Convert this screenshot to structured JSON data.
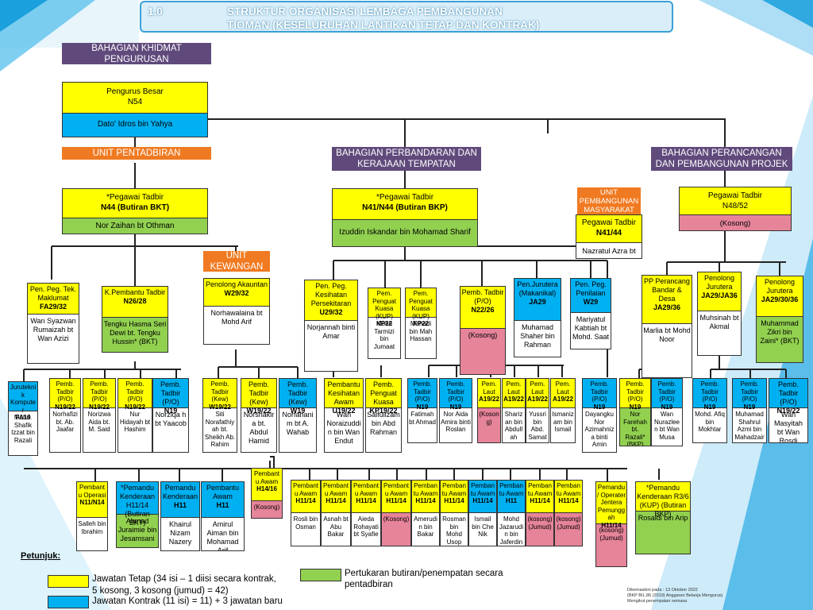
{
  "title": {
    "number": "1.0",
    "line1": "STRUKTUR ORGANISASI LEMBAGA PEMBANGUNAN",
    "line2": "TIOMAN  (KESELURUHAN LANTIKAN TETAP DAN KONTRAK)"
  },
  "headers": {
    "khidmat": "BAHAGIAN KHIDMAT PENGURUSAN",
    "pentadbiran": "UNIT PENTADBIRAN",
    "perbandaran": "BAHAGIAN PERBANDARAN DAN  KERAJAAN TEMPATAN",
    "perancangan": "BAHAGIAN PERANCANGAN DAN PEMBANGUNAN PROJEK",
    "kewangan": "UNIT KEWANGAN",
    "masyarakat": "UNIT PEMBANGUNAN MASYARAKAT"
  },
  "colors": {
    "yellow": "#ffff00",
    "blue": "#00b0f0",
    "green": "#92d050",
    "pink": "#e6849a",
    "purple": "#604a7b",
    "orange": "#f07a22"
  },
  "top": {
    "gm_title": "Pengurus Besar",
    "gm_grade": "N54",
    "gm_name": "Dato' Idros bin Yahya",
    "pt1_title": "*Pegawai Tadbir",
    "pt1_grade": "N44 (Butiran BKT)",
    "pt1_name": "Nor Zaihan bt Othman",
    "pt2_title": "*Pegawai Tadbir",
    "pt2_grade": "N41/N44 (Butiran BKP)",
    "pt2_name": "Izuddin Iskandar bin Mohamad Sharif",
    "pt3_title": "Pegawai Tadbir",
    "pt3_grade": "N41/44",
    "pt3_name": "Nazratul Azra bt",
    "pt4_title": "Pegawai Tadbir",
    "pt4_grade": "N48/52",
    "pt4_name": "(Kosong)"
  },
  "row3": [
    {
      "title": "Pen. Peg. Tek. Maklumat",
      "grade": "FA29/32",
      "name": "Wan Syazwan Rumaizah bt Wan Azizi"
    },
    {
      "title": "K.Pembantu Tadbir",
      "grade": "N26/28",
      "name": "Tengku Hasma Seri Dewi bt. Tengku Hussin* (BKT)"
    },
    {
      "title": "Penolong Akauntan",
      "grade": "W29/32",
      "name": "Norhawalaina bt Mohd Arif"
    },
    {
      "title": "Pen. Peg. Kesihatan Persekitaran",
      "grade": "U29/32",
      "name": "Norjannah binti Amar"
    },
    {
      "title": "Pem. Penguat Kuasa (KUP)",
      "grade": "KP22",
      "name": "Mohd Tarmizi bin Jumaat"
    },
    {
      "title": "Pem. Penguat Kuasa (KUP)",
      "grade": "KP22",
      "name": "Mahadi bin Mah Hassan"
    },
    {
      "title": "Pemb. Tadbir (P/O)",
      "grade": "N22/26",
      "name": "(Kosong)"
    },
    {
      "title": "Pen.Jurutera (Makanikal)",
      "grade": "JA29",
      "name": "Muhamad Shaher bin Rahman"
    },
    {
      "title": "Pen. Peg. Penilaian",
      "grade": "W29",
      "name": "Mariyatul Kabtiah bt Mohd. Saat"
    },
    {
      "title": "PP Perancang Bandar & Desa",
      "grade": "JA29/36",
      "name": "Marlia bt Mohd Noor"
    },
    {
      "title": "Penolong Jurutera",
      "grade": "JA29/JA36",
      "name": "Muhsinah bt Akmal"
    },
    {
      "title": "Penolong Jurutera",
      "grade": "JA29/30/36",
      "name": "Muhammad Zikri bin Zaini* (BKT)"
    }
  ],
  "row4": [
    {
      "title": "Juruteknik Komputer",
      "grade": "FA19",
      "name": "Mohd. Shafik Izzat bin Razali"
    },
    {
      "title": "Pemb. Tadbir (P/O)",
      "grade": "N19/22",
      "name": "Norhafizi bt. Ab. Jaafar"
    },
    {
      "title": "Pemb. Tadbir (P/O)",
      "grade": "N19/22",
      "name": "Norizwa Aida bt. M. Said"
    },
    {
      "title": "Pemb. Tadbir (P/O)",
      "grade": "N19/22",
      "name": "Nur Hidayah bt Hashim"
    },
    {
      "title": "Pemb. Tadbir (P/O)",
      "grade": "N19",
      "name": "Norziqa h bt Yaacob"
    },
    {
      "title": "Pemb. Tadbir (Kew)",
      "grade": "W19/22",
      "name": "Siti Norafathiyah bt. Sheikh Ab. Rahim"
    },
    {
      "title": "Pemb. Tadbir (Kew)",
      "grade": "W19/22",
      "name": "Norshakir a bt. Abdul Hamid"
    },
    {
      "title": "Pemb. Tadbir (Kew)",
      "grade": "W19",
      "name": "Norfahani m bt A. Wahab"
    },
    {
      "title": "Pembantu Kesihatan Awam",
      "grade": "U19/22",
      "name": "Wan Noraizuddin bin Wan Endut"
    },
    {
      "title": "Pemb. Penguat Kuasa",
      "grade": "KP19/22",
      "name": "Saifulizam bin Abd Rahman"
    },
    {
      "title": "Pemb. Tadbir (P/O)",
      "grade": "N19",
      "name": "Fatimah bt Ahmad"
    },
    {
      "title": "Pemb. Tadbir (P/O)",
      "grade": "N19",
      "name": "Nor Aida Amira binti Roslan"
    },
    {
      "title": "Pem. Laut",
      "grade": "A19/22",
      "name": "(Kosong)"
    },
    {
      "title": "Pem. Laut",
      "grade": "A19/22",
      "name": "Sharizan bin Abdullah"
    },
    {
      "title": "Pem. Laut",
      "grade": "A19/22",
      "name": "Yussri bin Abd. Samat"
    },
    {
      "title": "Pem. Laut",
      "grade": "A19/22",
      "name": "Ismaniz am bin Ismail"
    },
    {
      "title": "Pemb. Tadbir (P/O)",
      "grade": "N19",
      "name": "Dayangku Nor Azimahniza binti Amin"
    },
    {
      "title": "Pemb. Tadbir (P/O)",
      "grade": "N19",
      "name": "Nor Farehah bt. Razali* (BKP)"
    },
    {
      "title": "Pemb. Tadbir (P/O)",
      "grade": "N19",
      "name": "Wan Nurazleen bt Wan Musa"
    },
    {
      "title": "Pemb. Tadbir (P/O)",
      "grade": "N19",
      "name": "Mohd. Afiq bin Mokhtar"
    },
    {
      "title": "Pemb. Tadbir (P/O)",
      "grade": "N19",
      "name": "Muhamad Shahrul Azmi bin Mahadzair"
    },
    {
      "title": "Pemb. Tadbir (P/O)",
      "grade": "N19/22",
      "name": "Wan Masyitah bt Wan Rosdi"
    }
  ],
  "row5": [
    {
      "title": "Pembantu Operasi",
      "grade": "N11/N14",
      "name": "Salleh bin Ibrahim"
    },
    {
      "title": "*Pemandu Kenderaan H11/14 (Butiran BKT)",
      "grade": "",
      "name": "Ahmad Juraimie bin Jesamsani"
    },
    {
      "title": "Pemandu Kenderaan",
      "grade": "H11",
      "name": "Khairul Nizam Nazery"
    },
    {
      "title": "Pembantu Awam",
      "grade": "H11",
      "name": "Amirul Aiman bin Mohamad Arif"
    },
    {
      "title": "Pembantu Awam",
      "grade": "H14/16",
      "name": "(Kosong)"
    },
    {
      "title": "Pembantu Awam",
      "grade": "H11/14",
      "name": "Rosli bin Osman"
    },
    {
      "title": "Pembantu Awam",
      "grade": "H11/14",
      "name": "Asnah bt Abu Bakar"
    },
    {
      "title": "Pembantu Awam",
      "grade": "H11/14",
      "name": "Aieda Rohayati bt Syafie"
    },
    {
      "title": "Pembantu Awam",
      "grade": "H11/14",
      "name": "(Kosong)"
    },
    {
      "title": "Pembantu Awam",
      "grade": "H11/14",
      "name": "Amerudin bin Bakar"
    },
    {
      "title": "Pembantu Awam",
      "grade": "H11/14",
      "name": "Rosman bin Mohd Usop"
    },
    {
      "title": "Pembantu Awam",
      "grade": "H11/14",
      "name": "Ismail bin Che Nik"
    },
    {
      "title": "Pembantu Awam",
      "grade": "H11",
      "name": "Mohd Jazarudin bin Jaferdin"
    },
    {
      "title": "Pembantu Awam",
      "grade": "H11/14",
      "name": "(kosong) (Jumud)"
    },
    {
      "title": "Pembantu Awam",
      "grade": "H11/14",
      "name": "(kosong) (Jumud)"
    },
    {
      "title": "Pemandu / Operater Jentera Pemunggah",
      "grade": "H11/14",
      "name": "(kosong) (Jumud)"
    },
    {
      "title": "*Pemandu Kenderaan R3/6 (KUP) (Butiran BKP)",
      "grade": "",
      "name": "Rosaidi bin Arip"
    }
  ],
  "legend": {
    "title": "Petunjuk:",
    "tetap": "Jawatan Tetap (34 isi – 1 diisi secara kontrak,",
    "tetap2": "5 kosong, 3 kosong (jumud) = 42)",
    "kontrak": "Jawatan Kontrak (11 isi) = 11) + 3 jawatan baru",
    "pertukaran": "Pertukaran butiran/penempatan secara",
    "pertukaran2": "pentadbiran"
  },
  "footnote": {
    "line1": "Dikemaskini pada : 13 Oktober 2022",
    "line2": "(BKP BIL.86 (2019) Anggaran Belanja Mengurus)",
    "line3": "Mengikut penempatan semasa"
  }
}
